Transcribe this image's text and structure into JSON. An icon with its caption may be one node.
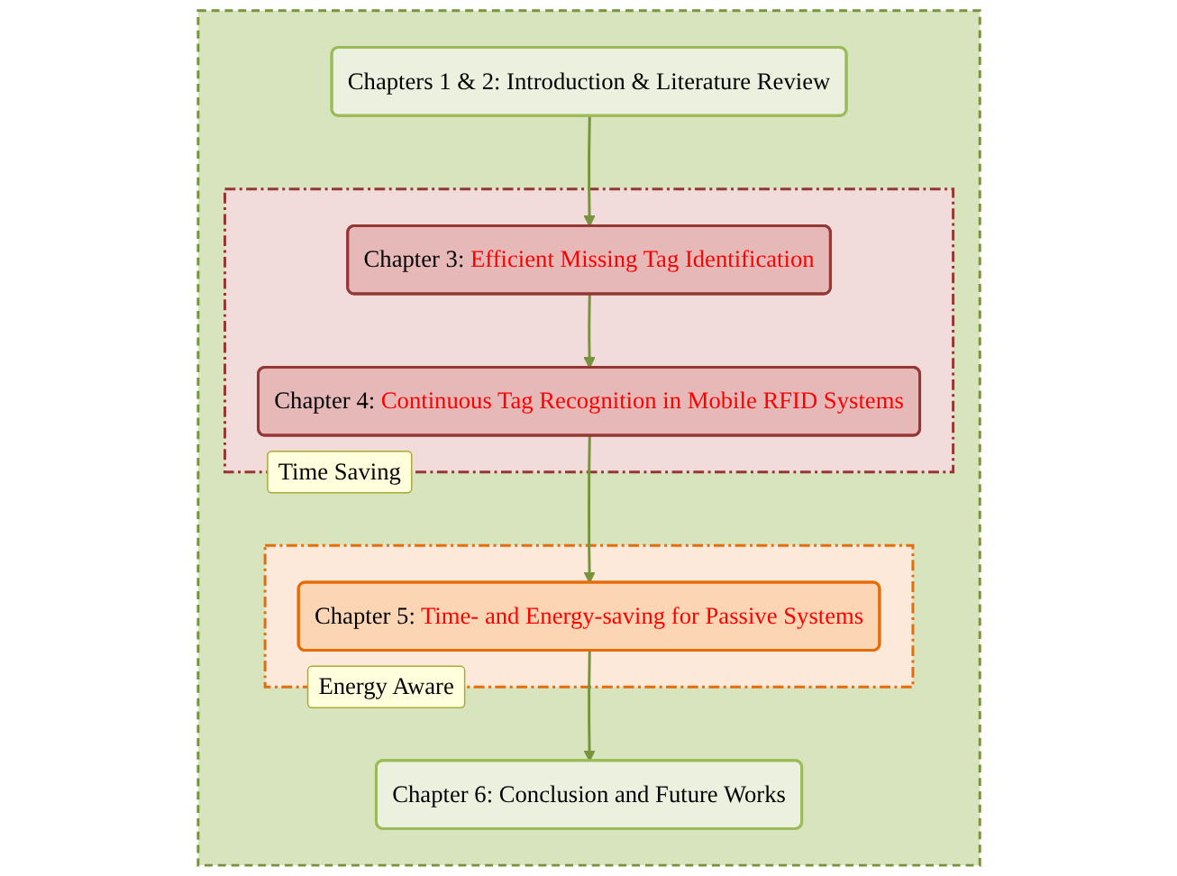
{
  "diagram": {
    "nodes": [
      {
        "text": [],
        "shape": "box"
      },
      {
        "text": [
          "Chapters 1 & 2: Introduction & Literature Review"
        ],
        "in": 0
      },
      {
        "text": [
          "Time Saving"
        ],
        "in": 0
      },
      {
        "text": [
          "Chapter 3: Efficient Missing Tag Identification"
        ],
        "in": 2
      },
      {
        "text": [
          "Chapter 4: Continuous Tag Recognition in Mobile RFID Systems"
        ],
        "in": 2
      },
      {
        "text": [
          "Energy Aware"
        ],
        "in": 0
      },
      {
        "text": [
          "Chapter 5: Time- and Energy-saving for Passive Systems"
        ],
        "in": 5
      },
      {
        "text": [
          "Chapter 6: Conclusion and Future Works"
        ],
        "in": 0
      }
    ],
    "edges": [
      {
        "from": 1,
        "to": 3,
        "arrow": "to"
      },
      {
        "from": 3,
        "to": 4,
        "arrow": "to"
      },
      {
        "from": 4,
        "to": 6,
        "arrow": "to"
      },
      {
        "from": 6,
        "to": 7,
        "arrow": "to"
      }
    ]
  }
}
